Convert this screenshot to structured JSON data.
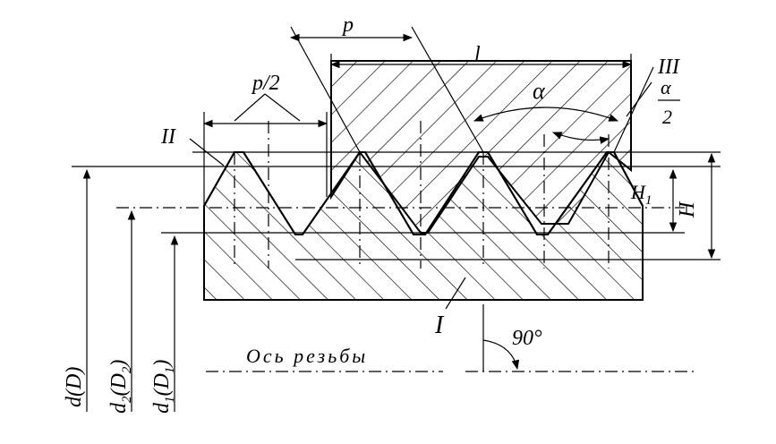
{
  "labels": {
    "pitch": "p",
    "half_pitch": "p/2",
    "length": "l",
    "angle": "α",
    "half_angle_num": "α",
    "half_angle_den": "2",
    "zone_1": "I",
    "zone_2": "II",
    "zone_3": "III",
    "height_h1": "H",
    "height_h1_sub": "1",
    "height_h": "H",
    "right_angle": "90°",
    "axis": "Ось резьбы",
    "diam_outer": "d(D)",
    "diam_pitch": "d",
    "diam_pitch_sub": "2",
    "diam_pitch_tail": "(D",
    "diam_pitch_tail_sub": "2",
    "diam_inner": "d",
    "diam_inner_sub": "1",
    "diam_inner_tail": "(D",
    "diam_inner_tail_sub": "1"
  }
}
